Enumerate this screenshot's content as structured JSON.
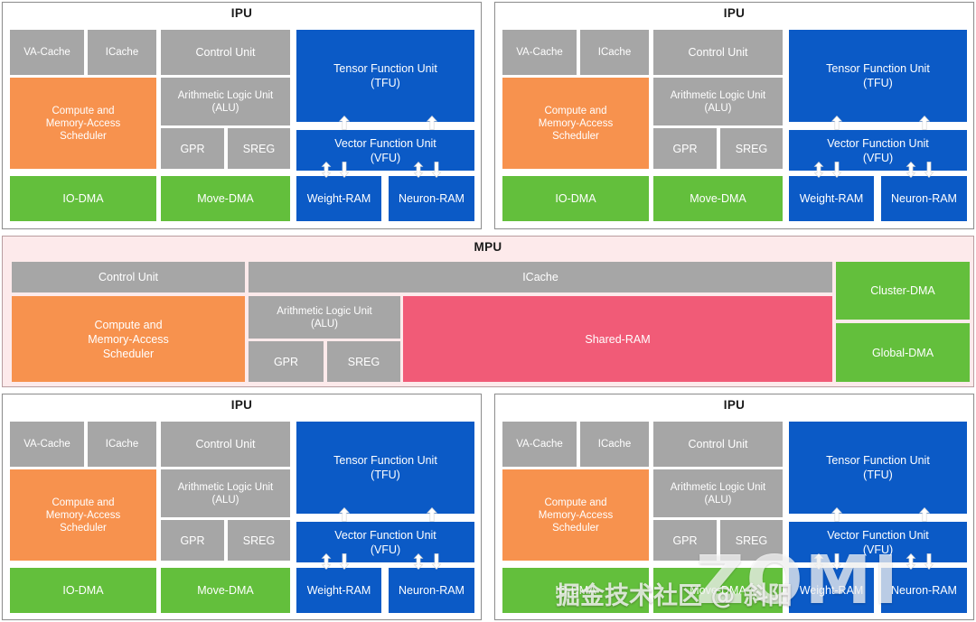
{
  "diagram": {
    "title_ipu": "IPU",
    "title_mpu": "MPU",
    "colors": {
      "gray": "#a6a6a6",
      "orange": "#f7924e",
      "green": "#63bf3c",
      "blue": "#0b5ac6",
      "pink": "#f15b77",
      "mpu_background": "#fdeaeb",
      "panel_border": "#8f8f8f",
      "mpu_border": "#b99da0",
      "text": "#ffffff"
    }
  },
  "ipu": {
    "title": "IPU",
    "blocks": {
      "va_cache": "VA-Cache",
      "icache": "ICache",
      "control_unit": "Control Unit",
      "alu_line1": "Arithmetic Logic Unit",
      "alu_line2": "(ALU)",
      "gpr": "GPR",
      "sreg": "SREG",
      "scheduler_line1": "Compute and",
      "scheduler_line2": "Memory-Access",
      "scheduler_line3": "Scheduler",
      "io_dma": "IO-DMA",
      "move_dma": "Move-DMA",
      "tfu_line1": "Tensor Function Unit",
      "tfu_line2": "(TFU)",
      "vfu_line1": "Vector Function Unit",
      "vfu_line2": "(VFU)",
      "weight_ram": "Weight-RAM",
      "neuron_ram": "Neuron-RAM"
    },
    "arrows": {
      "tfu_vfu_left": "arrow-up-icon",
      "tfu_vfu_right": "arrow-up-icon",
      "vfu_weight_updown": "arrow-up-down-icon",
      "vfu_weight_down": "arrow-down-icon",
      "vfu_neuron_updown": "arrow-up-down-icon",
      "vfu_neuron_down": "arrow-down-icon"
    }
  },
  "mpu": {
    "title": "MPU",
    "blocks": {
      "control_unit": "Control Unit",
      "icache": "ICache",
      "scheduler_line1": "Compute and",
      "scheduler_line2": "Memory-Access",
      "scheduler_line3": "Scheduler",
      "alu_line1": "Arithmetic Logic Unit",
      "alu_line2": "(ALU)",
      "gpr": "GPR",
      "sreg": "SREG",
      "shared_ram": "Shared-RAM",
      "cluster_dma": "Cluster-DMA",
      "global_dma": "Global-DMA"
    }
  },
  "panels": [
    {
      "id": "ipu-top-left",
      "title": "IPU"
    },
    {
      "id": "ipu-top-right",
      "title": "IPU"
    },
    {
      "id": "ipu-bottom-left",
      "title": "IPU"
    },
    {
      "id": "ipu-bottom-right",
      "title": "IPU"
    }
  ],
  "watermark": {
    "brand": "ZOMI",
    "credit": "掘金技术社区 @ 斜阳"
  }
}
